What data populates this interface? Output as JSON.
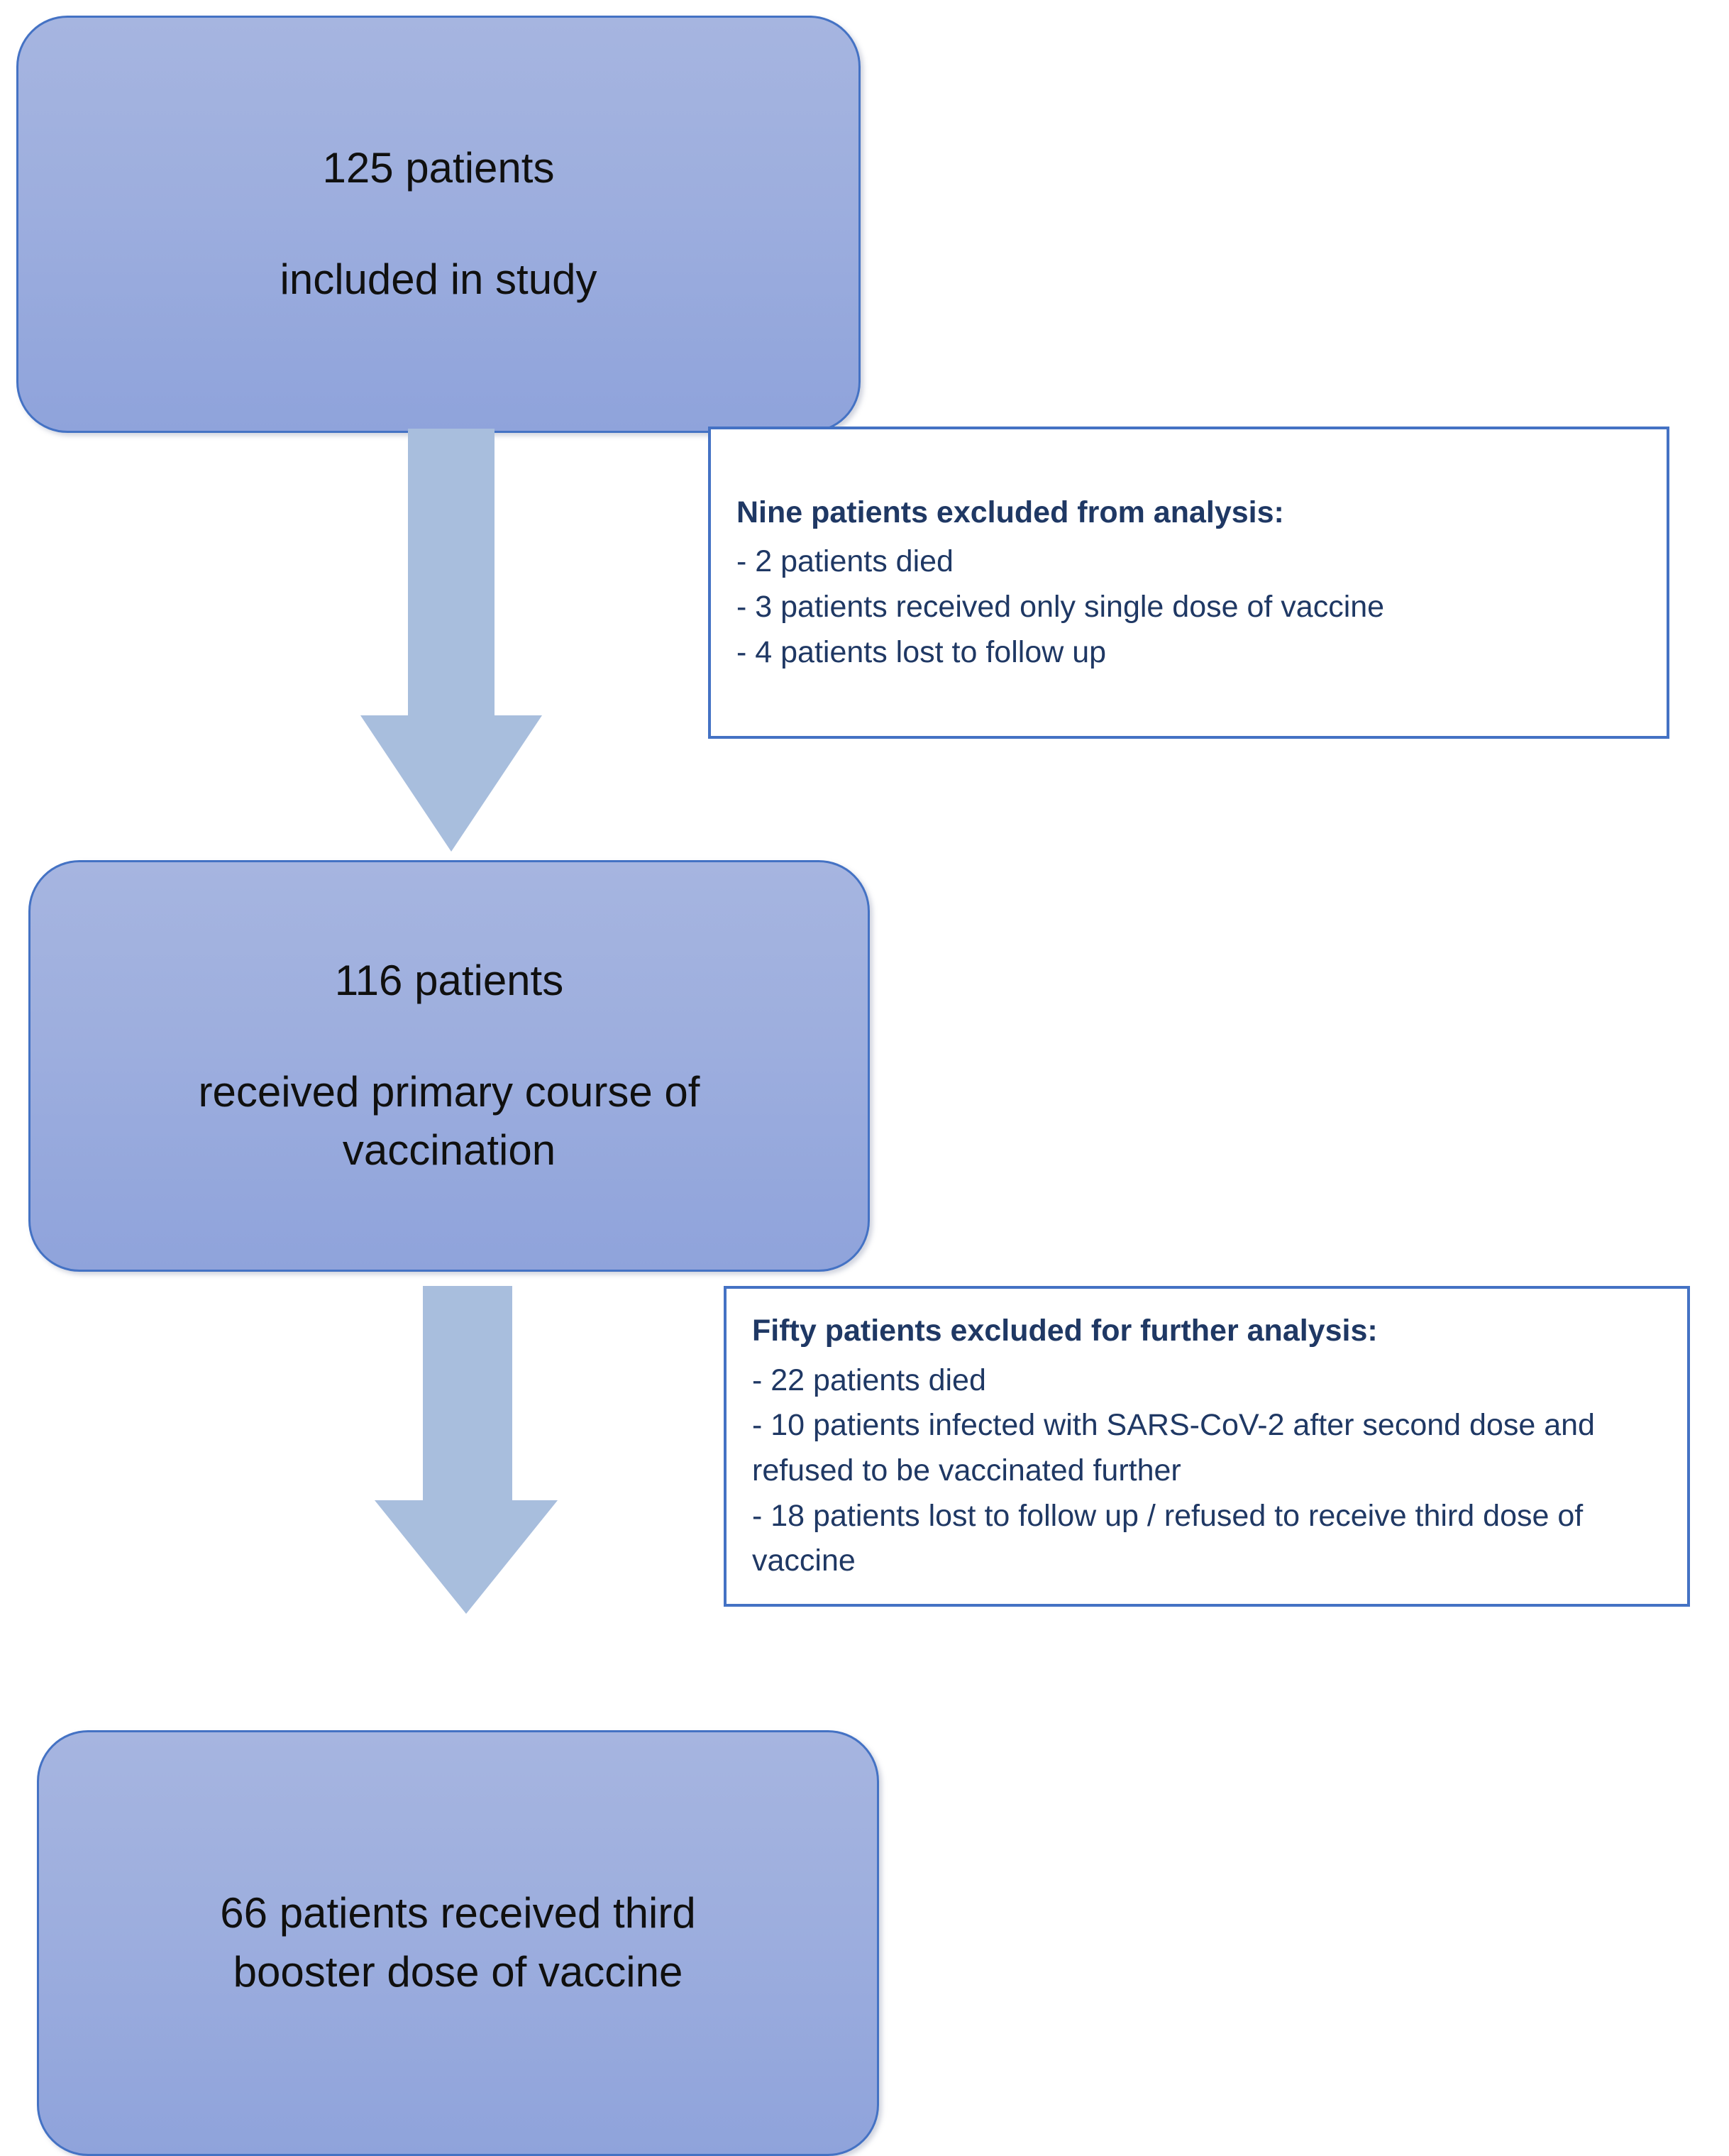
{
  "diagram": {
    "type": "patient-flow-chart",
    "title_visible": false,
    "colors": {
      "node_fill_top": "#A6B5E0",
      "node_fill_bottom": "#8FA3DB",
      "node_border": "#4472C4",
      "callout_border": "#4472C4",
      "callout_fill": "#FFFFFF",
      "callout_text": "#1F3864",
      "node_text": "#10100F",
      "arrow_fill": "#A8BEDD"
    }
  },
  "nodes": {
    "included": {
      "lines": [
        "125 patients",
        "included in study"
      ],
      "count": 125
    },
    "primary": {
      "lines": [
        "116 patients",
        "received primary course of",
        "vaccination"
      ],
      "count": 116
    },
    "booster": {
      "lines": [
        "66 patients received third",
        "booster dose of vaccine"
      ],
      "count": 66
    }
  },
  "callouts": {
    "first": {
      "heading": "Nine patients excluded from analysis:",
      "items": [
        "- 2 patients died",
        "- 3 patients received only single dose of vaccine",
        "- 4 patients lost to follow up"
      ],
      "excluded_total": 9
    },
    "second": {
      "heading": "Fifty patients excluded for further analysis:",
      "items": [
        "- 22 patients died",
        "- 10 patients infected with SARS-CoV-2 after second dose and refused to be vaccinated further",
        "- 18 patients lost to follow up / refused to receive third dose of vaccine"
      ],
      "excluded_total": 50
    }
  },
  "arrows": {
    "first": {
      "from": "included",
      "to": "primary",
      "direction": "down"
    },
    "second": {
      "from": "primary",
      "to": "booster",
      "direction": "down"
    }
  }
}
